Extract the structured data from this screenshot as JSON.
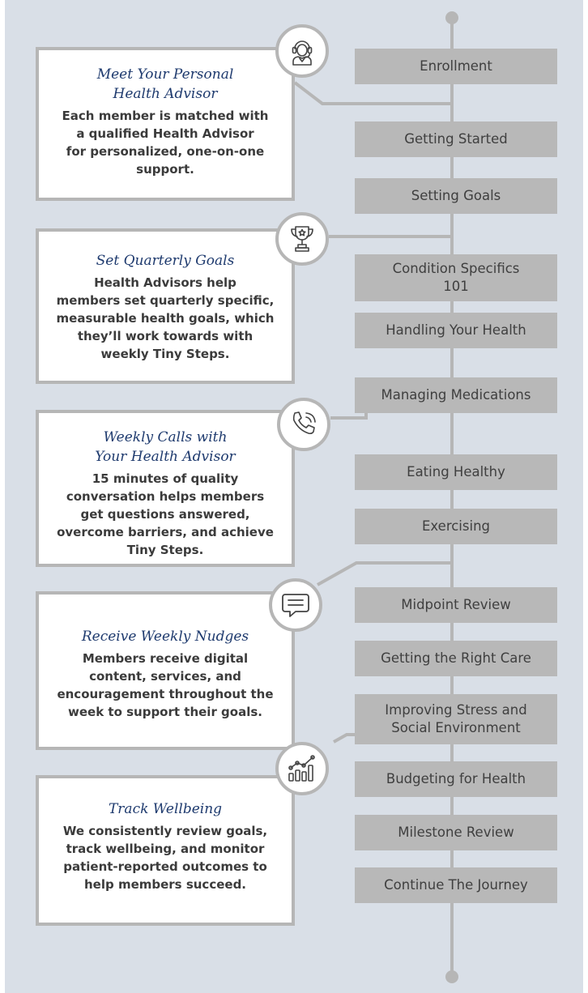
{
  "steps": [
    {
      "label": "Enrollment"
    },
    {
      "label": "Getting Started"
    },
    {
      "label": "Setting Goals"
    },
    {
      "label": "Condition Specifics\n101"
    },
    {
      "label": "Handling Your Health"
    },
    {
      "label": "Managing Medications"
    },
    {
      "label": "Eating Healthy"
    },
    {
      "label": "Exercising"
    },
    {
      "label": "Midpoint Review"
    },
    {
      "label": "Getting the Right Care"
    },
    {
      "label": "Improving Stress and\nSocial Environment"
    },
    {
      "label": "Budgeting for Health"
    },
    {
      "label": "Milestone Review"
    },
    {
      "label": "Continue The Journey"
    }
  ],
  "cards": [
    {
      "title": "Meet Your Personal\nHealth Advisor",
      "body": "Each member is matched with\na qualified Health Advisor\nfor personalized, one-on-one\nsupport.",
      "icon": "headset-advisor-icon"
    },
    {
      "title": "Set Quarterly Goals",
      "body": "Health Advisors help\nmembers set quarterly specific,\nmeasurable health goals, which\nthey’ll work towards with\nweekly Tiny Steps.",
      "icon": "trophy-icon"
    },
    {
      "title": "Weekly Calls with\nYour Health Advisor",
      "body": "15 minutes of quality\nconversation helps members\nget questions answered,\novercome barriers, and achieve\nTiny Steps.",
      "icon": "phone-icon"
    },
    {
      "title": "Receive Weekly Nudges",
      "body": "Members receive digital\ncontent, services, and\nencouragement throughout the\nweek to support their goals.",
      "icon": "chat-bubble-icon"
    },
    {
      "title": "Track Wellbeing",
      "body": "We consistently review goals,\ntrack wellbeing, and monitor\npatient-reported outcomes to\nhelp members succeed.",
      "icon": "growth-chart-icon"
    }
  ],
  "colors": {
    "background": "#d9dfe7",
    "step_fill": "#b8b8b8",
    "line": "#b6b6b6",
    "title": "#1e3a6e",
    "body_text": "#3b3b3b"
  }
}
